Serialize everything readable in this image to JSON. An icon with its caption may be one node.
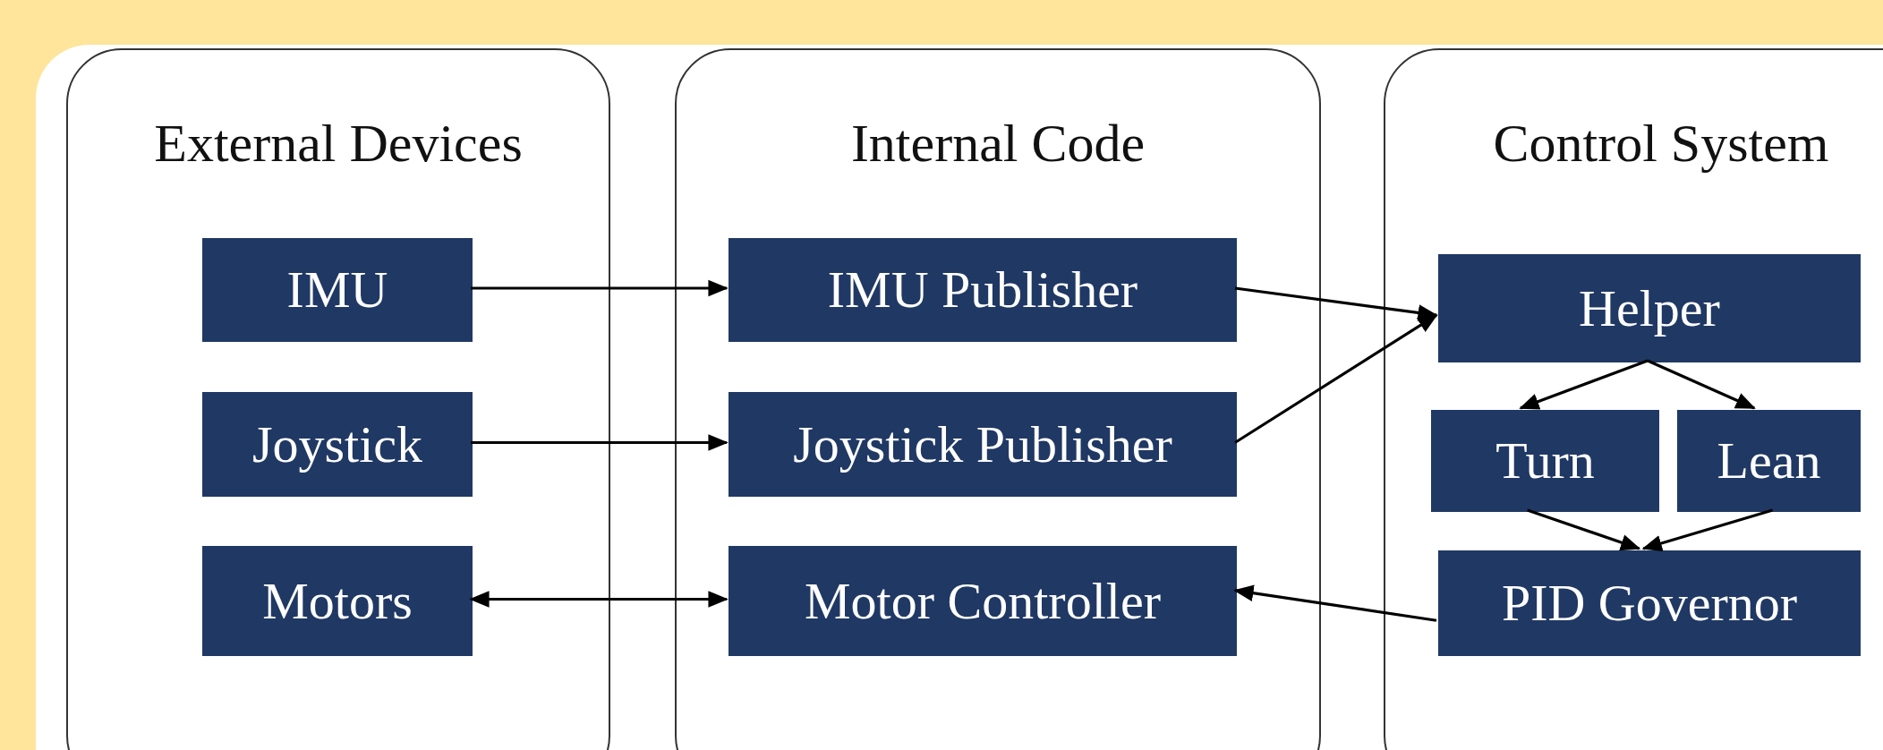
{
  "diagram": {
    "nodes": [
      {
        "text": [
          "External Devices"
        ]
      },
      {
        "text": [
          "Internal Code"
        ]
      },
      {
        "text": [
          "Control System"
        ]
      },
      {
        "text": [
          "IMU"
        ],
        "in": 0
      },
      {
        "text": [
          "Joystick"
        ],
        "in": 0
      },
      {
        "text": [
          "Motors"
        ],
        "in": 0
      },
      {
        "text": [
          "IMU Publisher"
        ],
        "in": 1
      },
      {
        "text": [
          "Joystick Publisher"
        ],
        "in": 1
      },
      {
        "text": [
          "Motor Controller"
        ],
        "in": 1
      },
      {
        "text": [
          "Helper"
        ],
        "in": 2
      },
      {
        "text": [
          "Turn"
        ],
        "in": 2
      },
      {
        "text": [
          "Lean"
        ],
        "in": 2
      },
      {
        "text": [
          "PID Governor"
        ],
        "in": 2
      }
    ],
    "edges": [
      {
        "from": 3,
        "to": 6,
        "arrow": "to"
      },
      {
        "from": 4,
        "to": 7,
        "arrow": "to"
      },
      {
        "from": 5,
        "to": 8,
        "arrow": "both"
      },
      {
        "from": 6,
        "to": 9,
        "arrow": "to"
      },
      {
        "from": 7,
        "to": 9,
        "arrow": "to"
      },
      {
        "from": 9,
        "to": 10,
        "arrow": "to"
      },
      {
        "from": 9,
        "to": 11,
        "arrow": "to"
      },
      {
        "from": 10,
        "to": 12,
        "arrow": "to"
      },
      {
        "from": 11,
        "to": 12,
        "arrow": "to"
      },
      {
        "from": 12,
        "to": 8,
        "arrow": "to"
      }
    ]
  }
}
